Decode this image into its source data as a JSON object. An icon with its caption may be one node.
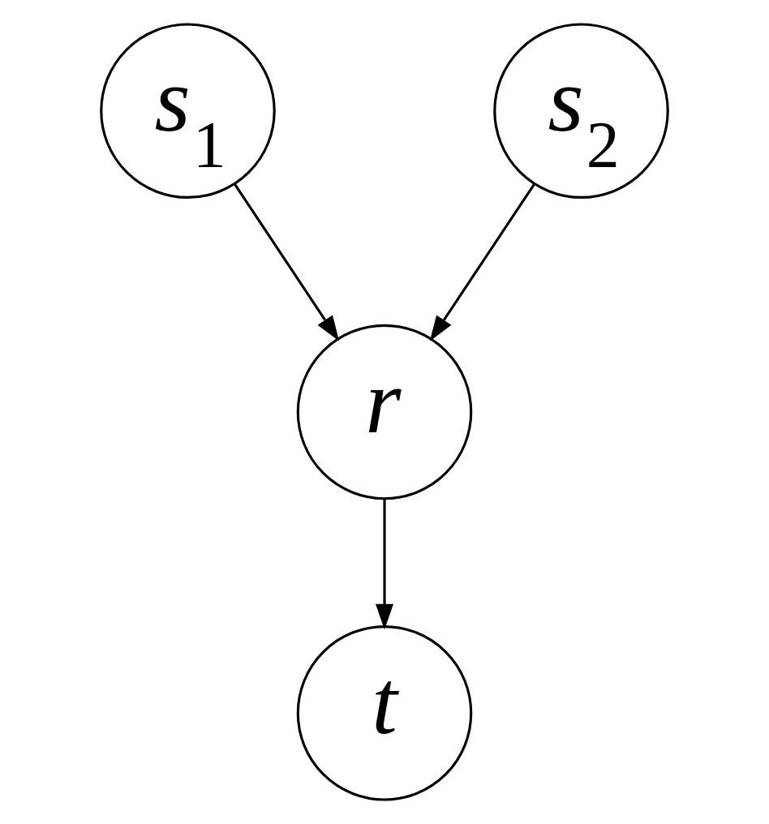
{
  "diagram": {
    "nodes": [
      {
        "text": [
          "s$_{1}$"
        ]
      },
      {
        "text": [
          "s$_{2}$"
        ]
      },
      {
        "text": [
          "r"
        ]
      },
      {
        "text": [
          "t"
        ]
      }
    ],
    "edges": [
      {
        "from": 0,
        "to": 2,
        "arrow": "to"
      },
      {
        "from": 1,
        "to": 2,
        "arrow": "to"
      },
      {
        "from": 2,
        "to": 3,
        "arrow": "to"
      }
    ]
  }
}
